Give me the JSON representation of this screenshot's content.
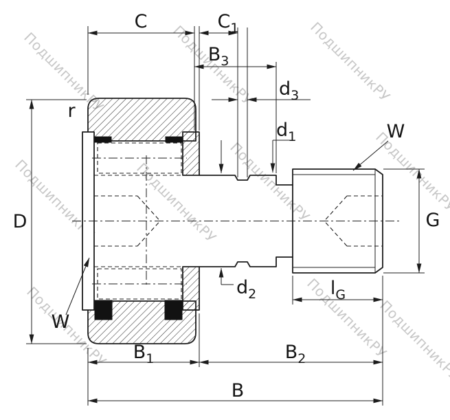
{
  "watermark": {
    "text": "ПодшипникРУ"
  },
  "colors": {
    "line": "#1c1c1c",
    "hatch": "#333333",
    "watermark": "#9a9a9a",
    "background": "#ffffff"
  },
  "labels": {
    "C": {
      "base": "C",
      "sub": ""
    },
    "C1": {
      "base": "C",
      "sub": "1"
    },
    "B3": {
      "base": "B",
      "sub": "3"
    },
    "d3": {
      "base": "d",
      "sub": "3"
    },
    "d1": {
      "base": "d",
      "sub": "1"
    },
    "W_top": {
      "base": "W",
      "sub": ""
    },
    "r": {
      "base": "r",
      "sub": ""
    },
    "D": {
      "base": "D",
      "sub": ""
    },
    "G": {
      "base": "G",
      "sub": ""
    },
    "W_bottom": {
      "base": "W",
      "sub": ""
    },
    "d2": {
      "base": "d",
      "sub": "2"
    },
    "lG": {
      "base": "l",
      "sub": "G"
    },
    "B1": {
      "base": "B",
      "sub": "1"
    },
    "B2": {
      "base": "B",
      "sub": "2"
    },
    "B": {
      "base": "B",
      "sub": ""
    }
  }
}
